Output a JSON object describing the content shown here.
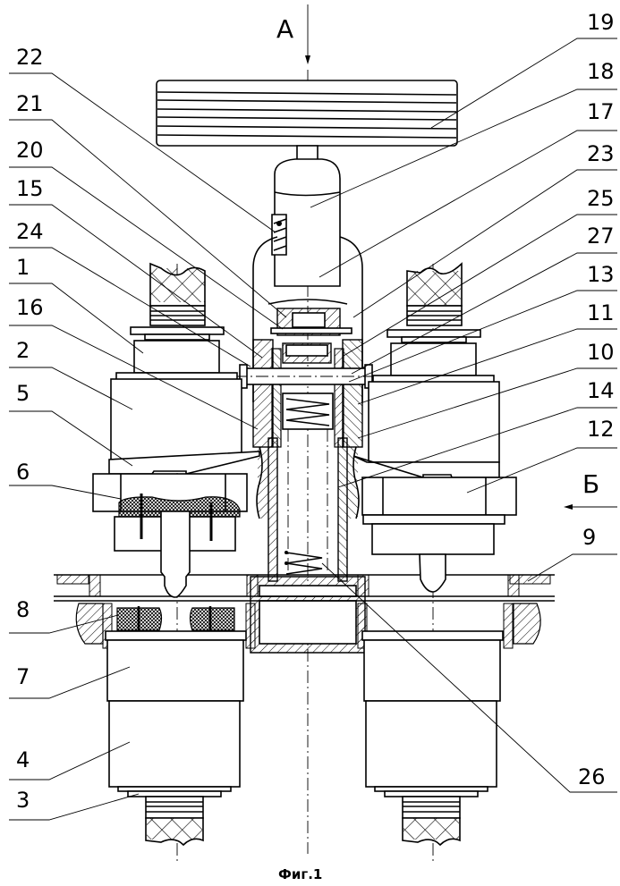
{
  "figure": {
    "caption": "Фиг.1",
    "view_markers": {
      "top": "А",
      "side": "Б"
    }
  },
  "labels_left": [
    {
      "id": "22",
      "text": "22"
    },
    {
      "id": "21",
      "text": "21"
    },
    {
      "id": "20",
      "text": "20"
    },
    {
      "id": "15",
      "text": "15"
    },
    {
      "id": "24",
      "text": "24"
    },
    {
      "id": "1",
      "text": "1"
    },
    {
      "id": "16",
      "text": "16"
    },
    {
      "id": "2",
      "text": "2"
    },
    {
      "id": "5",
      "text": "5"
    },
    {
      "id": "6",
      "text": "6"
    },
    {
      "id": "8",
      "text": "8"
    },
    {
      "id": "7",
      "text": "7"
    },
    {
      "id": "4",
      "text": "4"
    },
    {
      "id": "3",
      "text": "3"
    }
  ],
  "labels_right": [
    {
      "id": "19",
      "text": "19"
    },
    {
      "id": "18",
      "text": "18"
    },
    {
      "id": "17",
      "text": "17"
    },
    {
      "id": "23",
      "text": "23"
    },
    {
      "id": "25",
      "text": "25"
    },
    {
      "id": "27",
      "text": "27"
    },
    {
      "id": "13",
      "text": "13"
    },
    {
      "id": "11",
      "text": "11"
    },
    {
      "id": "10",
      "text": "10"
    },
    {
      "id": "14",
      "text": "14"
    },
    {
      "id": "12",
      "text": "12"
    },
    {
      "id": "9",
      "text": "9"
    },
    {
      "id": "26",
      "text": "26"
    }
  ]
}
